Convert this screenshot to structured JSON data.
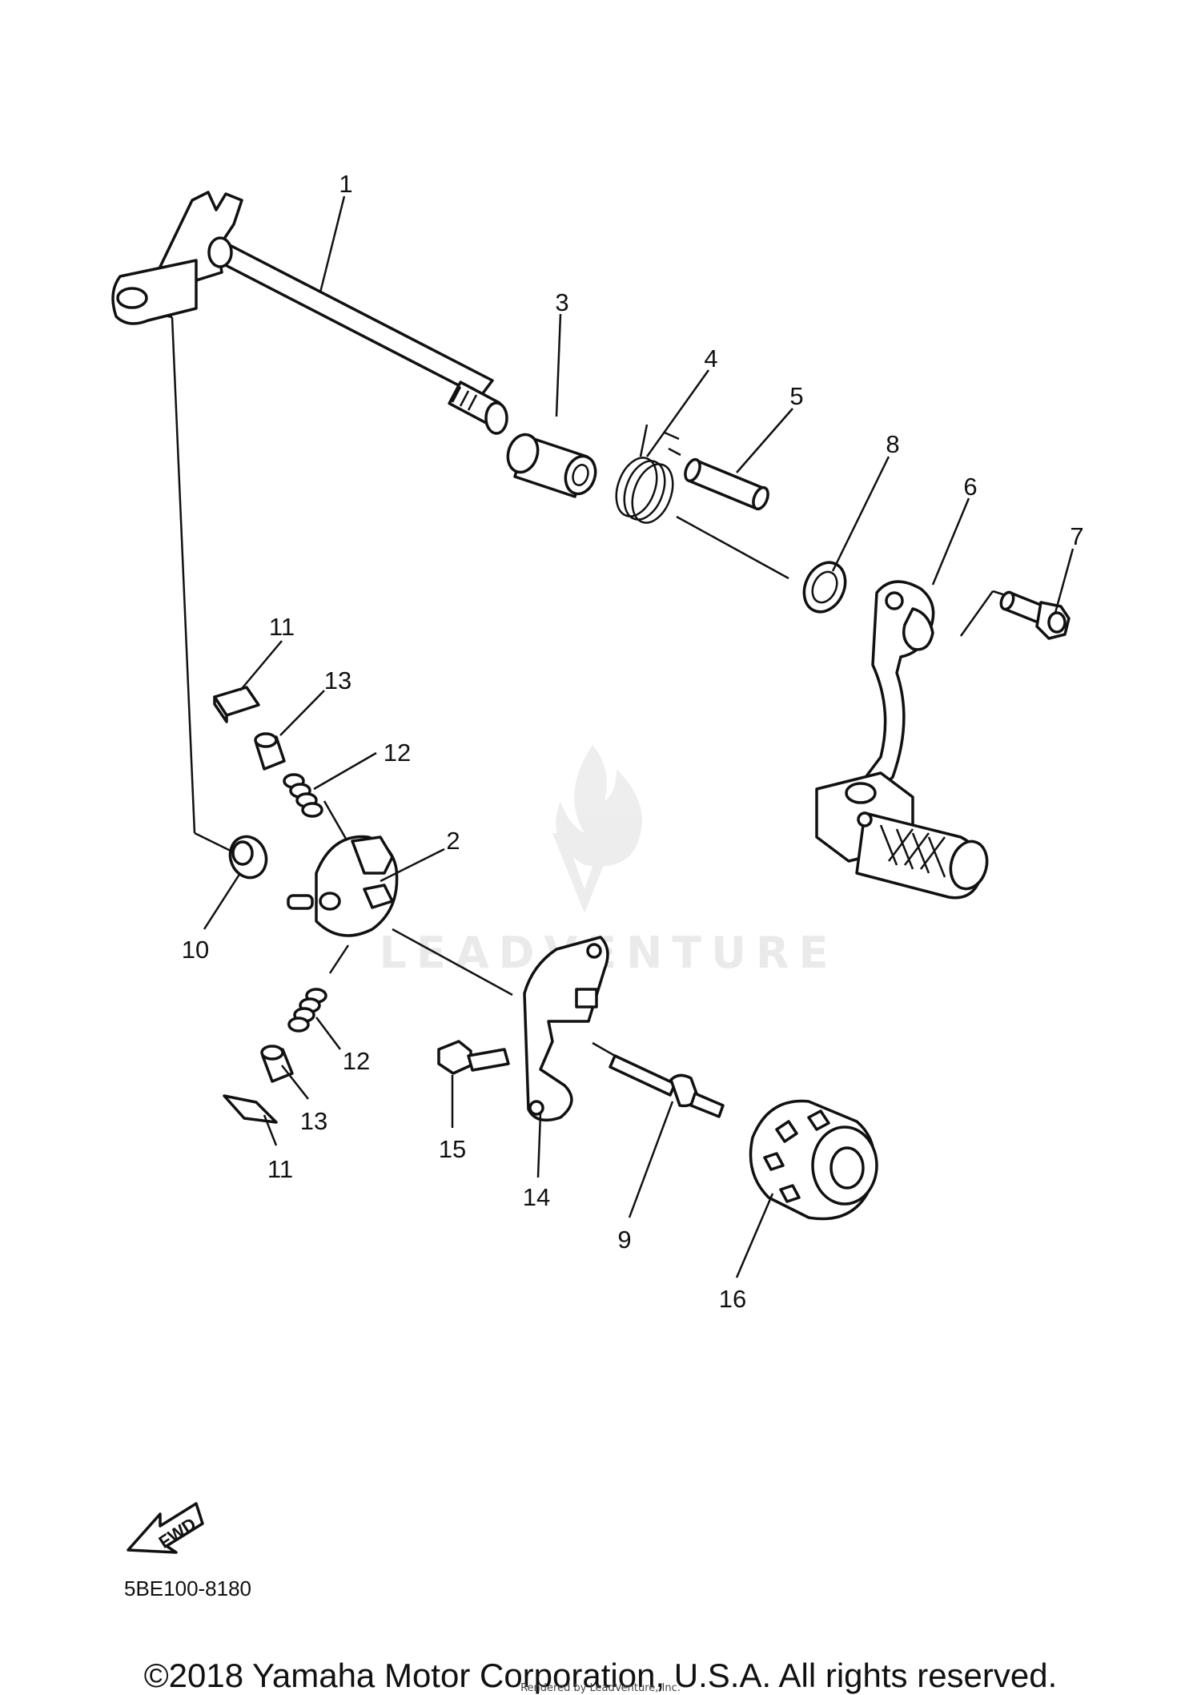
{
  "diagram": {
    "callouts": [
      "1",
      "2",
      "3",
      "4",
      "5",
      "6",
      "7",
      "8",
      "9",
      "10",
      "11",
      "12",
      "13",
      "14",
      "15",
      "16",
      "11",
      "12",
      "13"
    ],
    "diagram_code": "5BE100-8180",
    "fwd_label": "FWD",
    "watermark": "LEADVENTURE"
  },
  "footer": {
    "copyright": "©2018 Yamaha Motor Corporation, U.S.A. All rights reserved.",
    "rendered_by": "Rendered by LeadVenture, Inc."
  }
}
